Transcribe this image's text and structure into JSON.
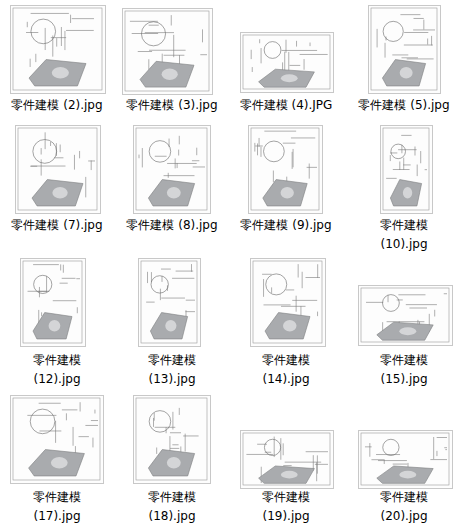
{
  "diagram": {
    "labels": [
      "零件建模 (2).jpg",
      "零件建模 (3).jpg",
      "零件建模 (4).JPG",
      "零件建模 (5).jpg",
      "零件建模 (7).jpg",
      "零件建模 (8).jpg",
      "零件建模 (9).jpg",
      "零件建模 (10).jpg",
      "零件建模 (12).jpg",
      "零件建模 (13).jpg",
      "零件建模 (14).jpg",
      "零件建模 (15).jpg",
      "零件建模 (17).jpg",
      "零件建模 (18).jpg",
      "零件建模 (19).jpg",
      "零件建模 (20).jpg"
    ]
  }
}
